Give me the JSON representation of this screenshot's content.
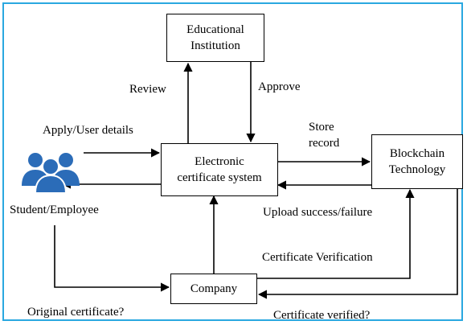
{
  "nodes": {
    "institution": "Educational\nInstitution",
    "system": "Electronic\ncertificate system",
    "blockchain": "Blockchain\nTechnology",
    "company": "Company"
  },
  "actor": {
    "label": "Student/Employee",
    "icon": "users-icon",
    "icon_color": "#2b6cb8"
  },
  "labels": {
    "review": "Review",
    "approve": "Approve",
    "apply": "Apply/User details",
    "store_record": "Store\nrecord",
    "upload_status": "Upload success/failure",
    "cert_verification": "Certificate Verification",
    "original_cert": "Original certificate?",
    "cert_verified": "Certificate verified?"
  },
  "colors": {
    "frame": "#2aa8e0",
    "lines": "#000000"
  }
}
